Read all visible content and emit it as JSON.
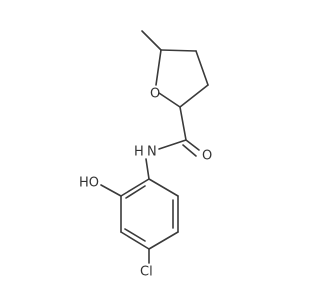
{
  "molecule": {
    "atom_labels": {
      "ring_oxygen": "O",
      "carbonyl_oxygen": "O",
      "amide_nitrogen": "N",
      "amide_hydrogen": "H",
      "hydroxyl": "HO",
      "chlorine": "Cl"
    }
  },
  "colors": {
    "bond": "#3a3a3a",
    "oxygen": "#e8312f",
    "nitrogen": "#2f3fd6",
    "chlorine": "#2e9b3c",
    "background": "#ffffff"
  }
}
